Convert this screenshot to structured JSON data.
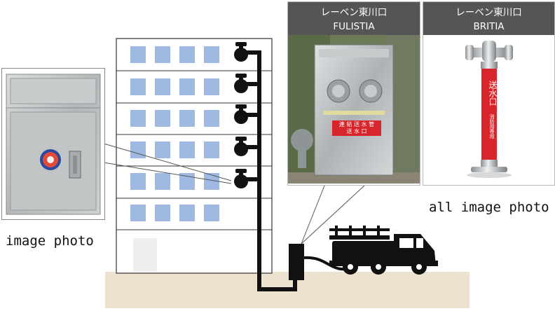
{
  "photos": [
    {
      "title_ja": "レーベン東川口",
      "title_en": "FULISTIA"
    },
    {
      "title_ja": "レーベン東川口",
      "title_en": "BRITIA"
    }
  ],
  "captions": {
    "left": "image photo",
    "right": "all image photo"
  },
  "sign_left": [
    "連",
    "結",
    "送",
    "水",
    "管"
  ],
  "sign_right": [
    "送",
    "水",
    "口"
  ],
  "pillar_text": "送水口",
  "pillar_subtext": "消防用専用",
  "colors": {
    "ground": "#ece2cf",
    "window": "#9fb9e0",
    "header": "#555555",
    "pipe": "#111111",
    "sign_red": "#d8242b"
  }
}
